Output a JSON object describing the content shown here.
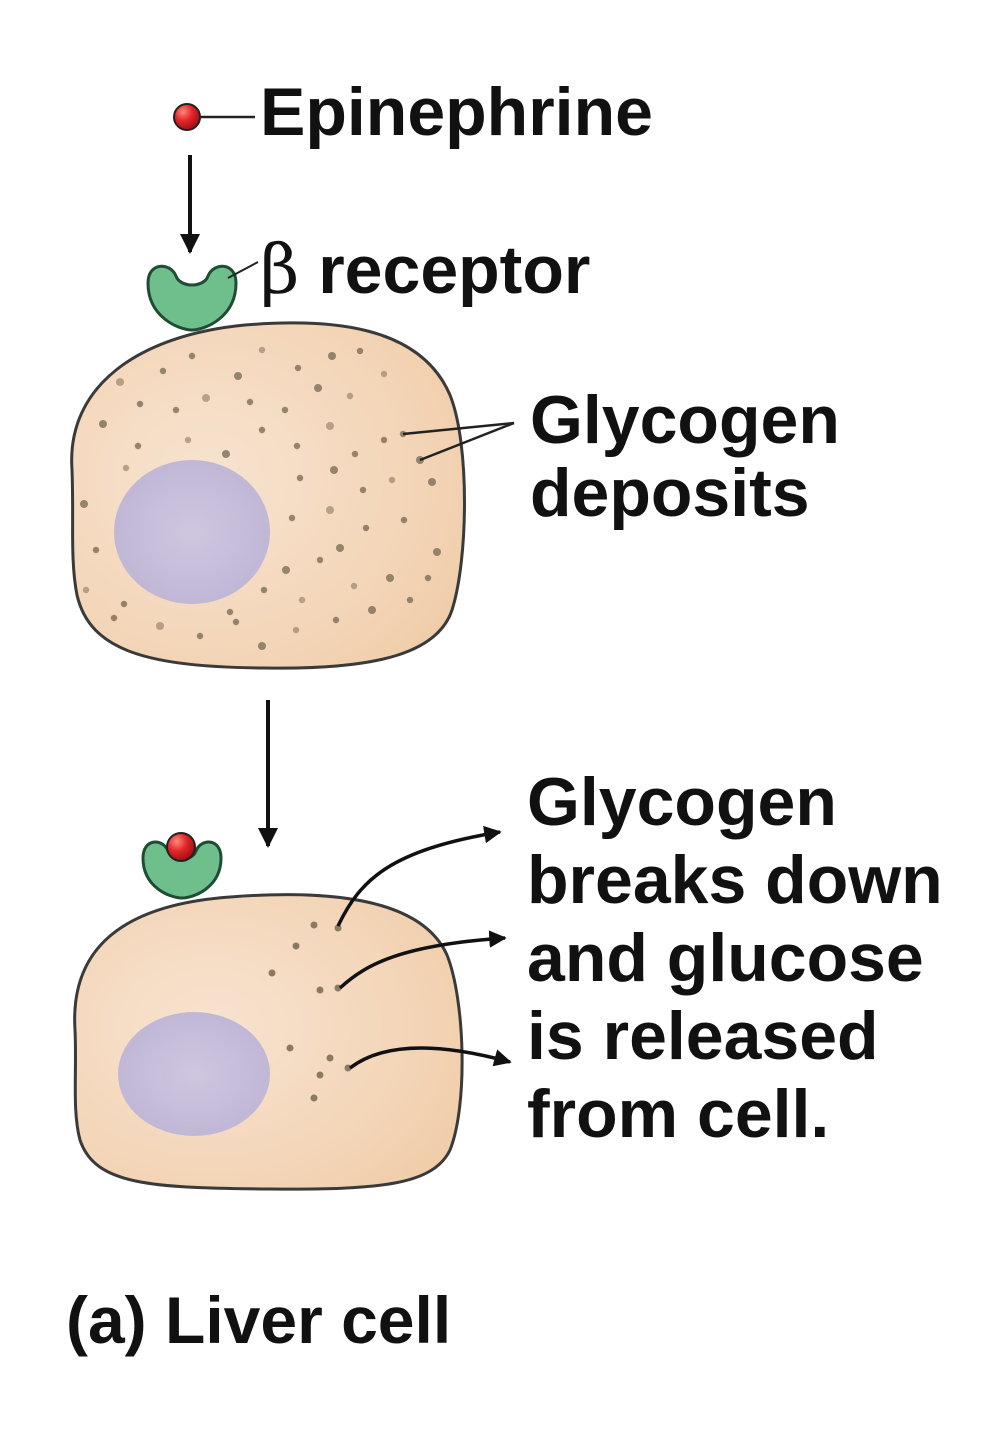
{
  "labels": {
    "epinephrine": "Epinephrine",
    "beta_symbol": "β",
    "receptor": "receptor",
    "glycogen_deposits": [
      "Glycogen",
      "deposits"
    ],
    "breakdown": [
      "Glycogen",
      "breaks down",
      "and glucose",
      "is released",
      "from cell."
    ],
    "caption": "(a) Liver cell"
  },
  "colors": {
    "cell_fill": "#f7dcc4",
    "cell_stroke": "#3a3a3a",
    "nucleus": "#c8c0dd",
    "receptor": "#6fbf8d",
    "epinephrine": "#d81e1e",
    "glycogen_dot": "#8a7a62"
  }
}
